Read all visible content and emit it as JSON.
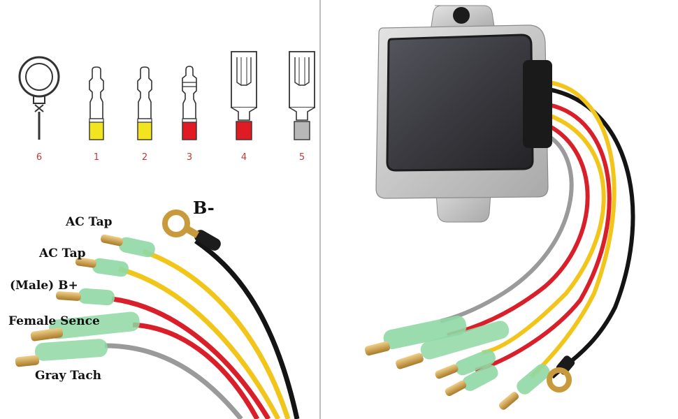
{
  "terminals": [
    {
      "number": "6",
      "type": "ring",
      "color": "#ffffff"
    },
    {
      "number": "1",
      "type": "bullet",
      "color": "#f2e51f"
    },
    {
      "number": "2",
      "type": "bullet",
      "color": "#f2e51f"
    },
    {
      "number": "3",
      "type": "bullet",
      "color": "#e01b24"
    },
    {
      "number": "4",
      "type": "spade",
      "color": "#e01b24"
    },
    {
      "number": "5",
      "type": "spade",
      "color": "#b8b8b8"
    }
  ],
  "wire_labels": {
    "b_minus": "B-",
    "ac_tap_1": "AC Tap",
    "ac_tap_2": "AC Tap",
    "male_b_plus": "(Male) B+",
    "female_sence": "Female Sence",
    "gray_tach": "Gray Tach"
  },
  "colors": {
    "wire_yellow": "#f2c51b",
    "wire_red": "#d9202a",
    "wire_black": "#141414",
    "wire_gray": "#9a9a9a",
    "sleeve_green": "#8fd8a4",
    "brass": "#c99a3c",
    "housing": "#c9c9c9",
    "epoxy": "#3c3c42"
  },
  "icons": [
    "ring-terminal-icon",
    "bullet-connector-icon",
    "spade-connector-icon"
  ]
}
